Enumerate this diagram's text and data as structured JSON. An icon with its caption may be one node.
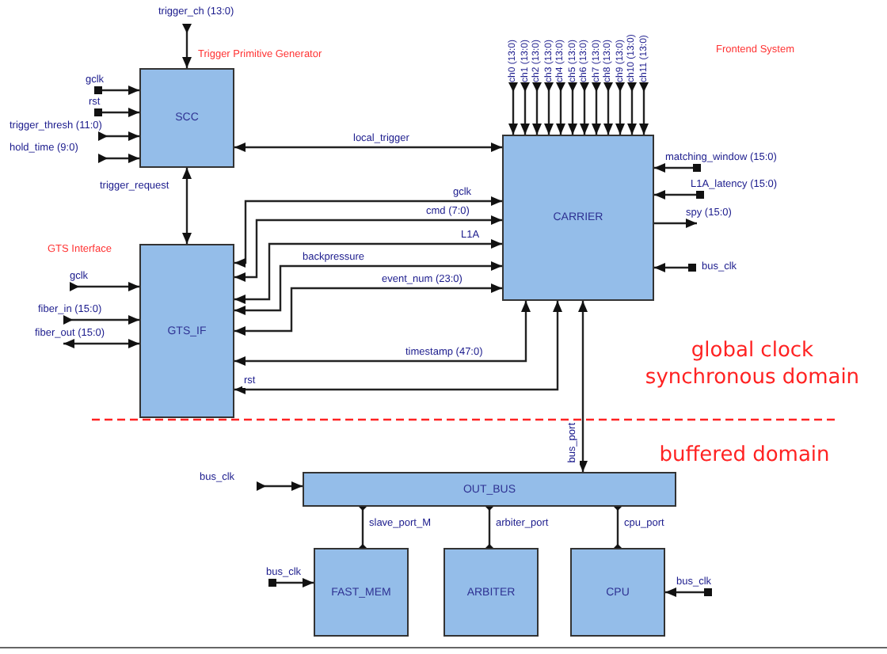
{
  "diagram": {
    "nodes": [
      {
        "text": [
          "trigger_ch (13:0)"
        ]
      },
      {
        "text": [
          "SCC"
        ],
        "beside": [
          "Trigger Primitive Generator"
        ]
      },
      {
        "text": [
          "gclk"
        ]
      },
      {
        "text": [
          "rst"
        ]
      },
      {
        "text": [
          "trigger_thresh (11:0)"
        ]
      },
      {
        "text": [
          "hold_time (9:0)"
        ]
      },
      {
        "text": [
          "ch0 (13:0)"
        ]
      },
      {
        "text": [
          "ch1 (13:0)"
        ]
      },
      {
        "text": [
          "ch2 (13:0)"
        ]
      },
      {
        "text": [
          "ch3 (13:0)"
        ]
      },
      {
        "text": [
          "ch4 (13:0)"
        ]
      },
      {
        "text": [
          "ch5 (13:0)"
        ]
      },
      {
        "text": [
          "ch6 (13:0)"
        ]
      },
      {
        "text": [
          "ch7 (13:0)"
        ]
      },
      {
        "text": [
          "ch8 (13:0)"
        ]
      },
      {
        "text": [
          "ch9 (13:0)"
        ]
      },
      {
        "text": [
          "ch10 (13:0)"
        ]
      },
      {
        "text": [
          "ch11 (13:0)"
        ]
      },
      {
        "text": [
          "CARRIER"
        ]
      },
      {
        "text": [
          "matching_window (15:0)"
        ]
      },
      {
        "text": [
          "L1A_latency (15:0)"
        ]
      },
      {
        "text": [
          "spy (15:0)"
        ]
      },
      {
        "text": [
          "bus_clk"
        ]
      },
      {
        "text": [
          "GTS_IF"
        ],
        "beside": [
          "GTS Interface"
        ]
      },
      {
        "text": [
          "gclk"
        ]
      },
      {
        "text": [
          "fiber_in (15:0)"
        ]
      },
      {
        "text": [
          "fiber_out (15:0)"
        ]
      },
      {
        "text": [
          "OUT_BUS"
        ]
      },
      {
        "text": [
          "bus_clk"
        ]
      },
      {
        "text": [
          "FAST_MEM"
        ]
      },
      {
        "text": [
          "ARBITER"
        ]
      },
      {
        "text": [
          "CPU"
        ]
      },
      {
        "text": [
          "bus_clk"
        ]
      },
      {
        "text": [
          "bus_clk"
        ]
      }
    ],
    "edges": [
      {
        "from": 0,
        "to": 1,
        "arrow": "to"
      },
      {
        "from": 2,
        "to": 1,
        "arrow": "to"
      },
      {
        "from": 3,
        "to": 1,
        "arrow": "to"
      },
      {
        "from": 4,
        "to": 1,
        "arrow": "to"
      },
      {
        "from": 5,
        "to": 1,
        "arrow": "to"
      },
      {
        "from": 6,
        "to": 18,
        "arrow": "to"
      },
      {
        "from": 7,
        "to": 18,
        "arrow": "to"
      },
      {
        "from": 8,
        "to": 18,
        "arrow": "to"
      },
      {
        "from": 9,
        "to": 18,
        "arrow": "to"
      },
      {
        "from": 10,
        "to": 18,
        "arrow": "to"
      },
      {
        "from": 11,
        "to": 18,
        "arrow": "to"
      },
      {
        "from": 12,
        "to": 18,
        "arrow": "to"
      },
      {
        "from": 13,
        "to": 18,
        "arrow": "to"
      },
      {
        "from": 14,
        "to": 18,
        "arrow": "to"
      },
      {
        "from": 15,
        "to": 18,
        "arrow": "to"
      },
      {
        "from": 16,
        "to": 18,
        "arrow": "to"
      },
      {
        "from": 17,
        "to": 18,
        "arrow": "to"
      },
      {
        "from": 19,
        "to": 18,
        "arrow": "to"
      },
      {
        "from": 20,
        "to": 18,
        "arrow": "to"
      },
      {
        "from": 18,
        "to": 21,
        "arrow": "to"
      },
      {
        "from": 22,
        "to": 18,
        "arrow": "to"
      },
      {
        "from": 1,
        "to": 18,
        "arrow": "both",
        "label": "local_trigger"
      },
      {
        "from": 1,
        "to": 23,
        "arrow": "both",
        "label": "trigger_request"
      },
      {
        "from": 24,
        "to": 23,
        "arrow": "to"
      },
      {
        "from": 25,
        "to": 23,
        "arrow": "to"
      },
      {
        "from": 23,
        "to": 26,
        "arrow": "both"
      },
      {
        "from": 23,
        "to": 18,
        "arrow": "both",
        "label": "gclk"
      },
      {
        "from": 23,
        "to": 18,
        "arrow": "both",
        "label": "cmd (7:0)"
      },
      {
        "from": 23,
        "to": 18,
        "arrow": "both",
        "label": "L1A"
      },
      {
        "from": 23,
        "to": 18,
        "arrow": "both",
        "label": "backpressure"
      },
      {
        "from": 23,
        "to": 18,
        "arrow": "both",
        "label": "event_num (23:0)"
      },
      {
        "from": 23,
        "to": 18,
        "arrow": "both",
        "label": "timestamp (47:0)"
      },
      {
        "from": 23,
        "to": 18,
        "arrow": "both",
        "label": "rst"
      },
      {
        "from": 18,
        "to": 27,
        "arrow": "both",
        "label": "bus_port"
      },
      {
        "from": 28,
        "to": 27,
        "arrow": "to"
      },
      {
        "from": 27,
        "to": 29,
        "arrow": "other",
        "label": "slave_port_M"
      },
      {
        "from": 27,
        "to": 30,
        "arrow": "other",
        "label": "arbiter_port"
      },
      {
        "from": 27,
        "to": 31,
        "arrow": "other",
        "label": "cpu_port"
      },
      {
        "from": 32,
        "to": 29,
        "arrow": "to"
      },
      {
        "from": 33,
        "to": 31,
        "arrow": "to"
      }
    ],
    "labels": [
      "Frontend System",
      "global clock synchronous domain",
      "buffered domain"
    ]
  }
}
